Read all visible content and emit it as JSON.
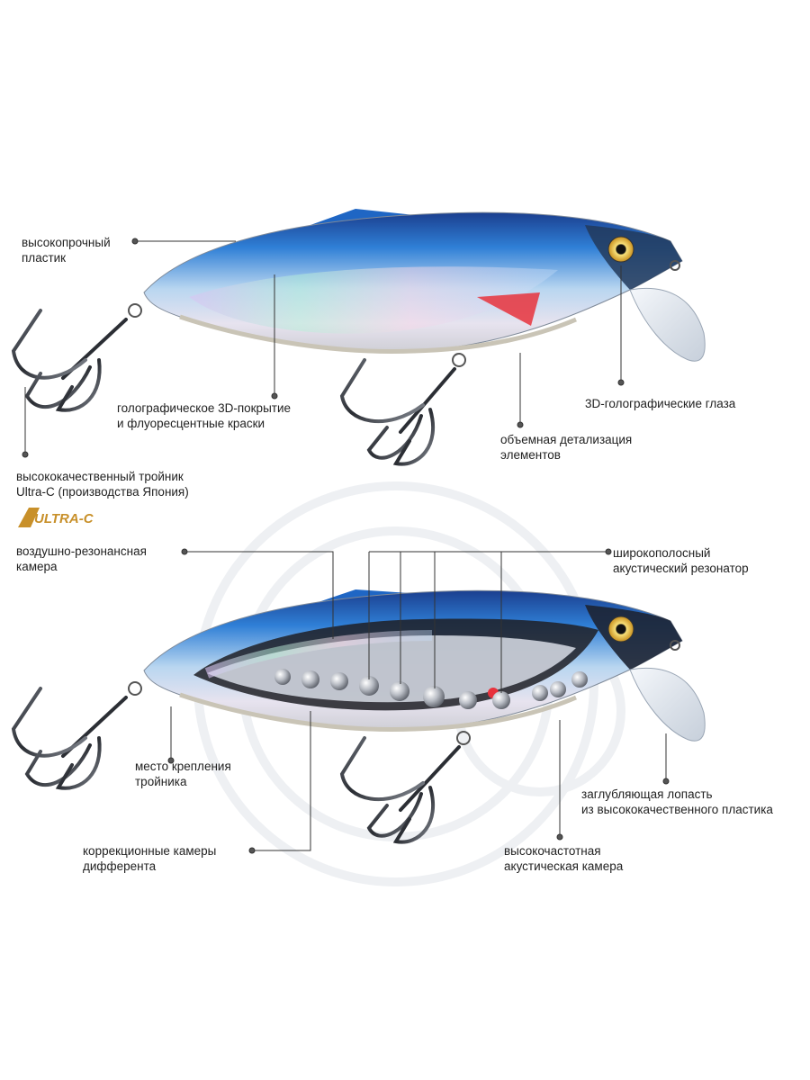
{
  "labels": {
    "plastic": [
      "высокопрочный",
      "пластик"
    ],
    "coating": [
      "голографическое 3D-покрытие",
      "и флуоресцентные краски"
    ],
    "eyes": [
      "3D-голографические глаза"
    ],
    "detail": [
      "объемная детализация",
      "элементов"
    ],
    "hook": [
      "высококачественный тройник",
      "Ultra-C (производства Япония)"
    ],
    "air_chamber": [
      "воздушно-резонансная",
      "камера"
    ],
    "resonator": [
      "широкополосный",
      "акустический резонатор"
    ],
    "hook_mount": [
      "место крепления",
      "тройника"
    ],
    "trim": [
      "коррекционные камеры",
      "дифферента"
    ],
    "hf_chamber": [
      "высокочастотная",
      "акустическая камера"
    ],
    "lip": [
      "заглубляющая лопасть",
      "из высококачественного пластика"
    ]
  },
  "brand": {
    "name": "ULTRA-C",
    "color": "#c8902a"
  },
  "colors": {
    "leader": "#333333",
    "body_blue": "#2a73c8",
    "belly": "#e2e5ea",
    "gill": "#e8323c",
    "eye": "#f3c23a"
  }
}
